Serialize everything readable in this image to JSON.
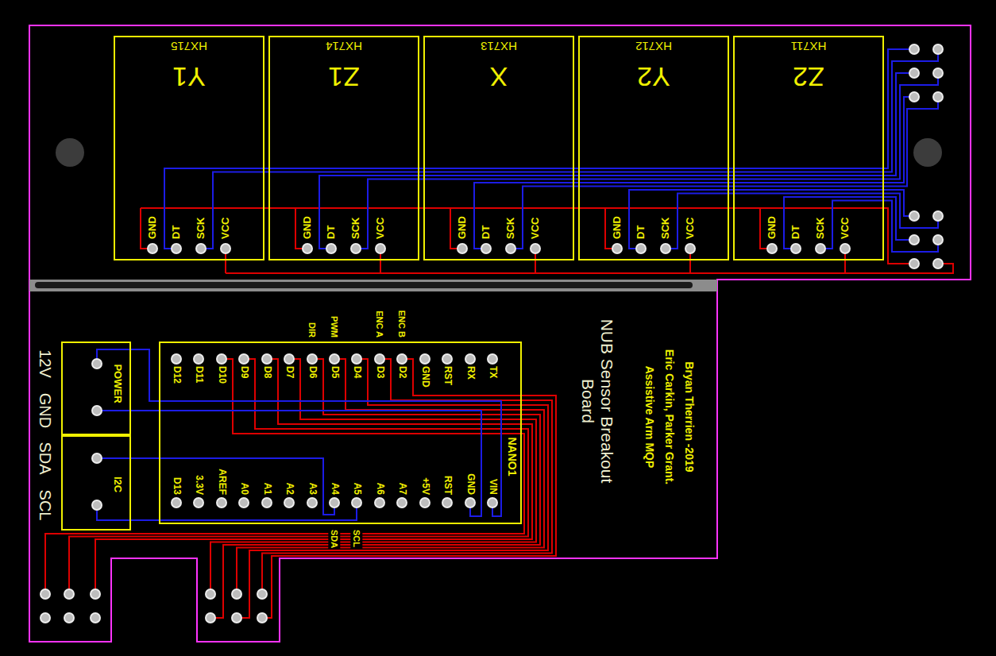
{
  "diagram": {
    "title": "NUB Sensor Breakout Board",
    "nodes": [
      {
        "text": [
          "HX715",
          "Y1",
          "GND",
          "DT",
          "SCK",
          "VCC"
        ]
      },
      {
        "text": [
          "HX714",
          "Z1",
          "GND",
          "DT",
          "SCK",
          "VCC"
        ]
      },
      {
        "text": [
          "HX713",
          "X",
          "GND",
          "DT",
          "SCK",
          "VCC"
        ]
      },
      {
        "text": [
          "HX712",
          "Y2",
          "GND",
          "DT",
          "SCK",
          "VCC"
        ]
      },
      {
        "text": [
          "HX711",
          "Z2",
          "GND",
          "DT",
          "SCK",
          "VCC"
        ]
      },
      {
        "text": [
          "POWER"
        ]
      },
      {
        "text": [
          "I2C"
        ]
      },
      {
        "text": [
          "NANO1",
          "D12",
          "D11",
          "D10",
          "D9",
          "D8",
          "D7",
          "D6",
          "D5",
          "D4",
          "D3",
          "D2",
          "GND",
          "RST",
          "RX",
          "TX",
          "D13",
          "3.3V",
          "AREF",
          "A0",
          "A1",
          "A2",
          "A3",
          "A4",
          "A5",
          "A6",
          "A7",
          "+5V",
          "RST",
          "GND",
          "VIN"
        ]
      }
    ],
    "edges": [
      {
        "from": 5,
        "to": 7,
        "arrow": "none"
      },
      {
        "from": 6,
        "to": 7,
        "arrow": "none"
      }
    ],
    "labels": [
      "12V",
      "GND",
      "SDA",
      "SCL",
      "DIR",
      "PWM",
      "ENC A",
      "ENC B",
      "SDA",
      "SCL",
      "Assistive Arm MQP",
      "Eric Carkin, Parker Grant.",
      "Bryan Therrien -2019"
    ]
  }
}
